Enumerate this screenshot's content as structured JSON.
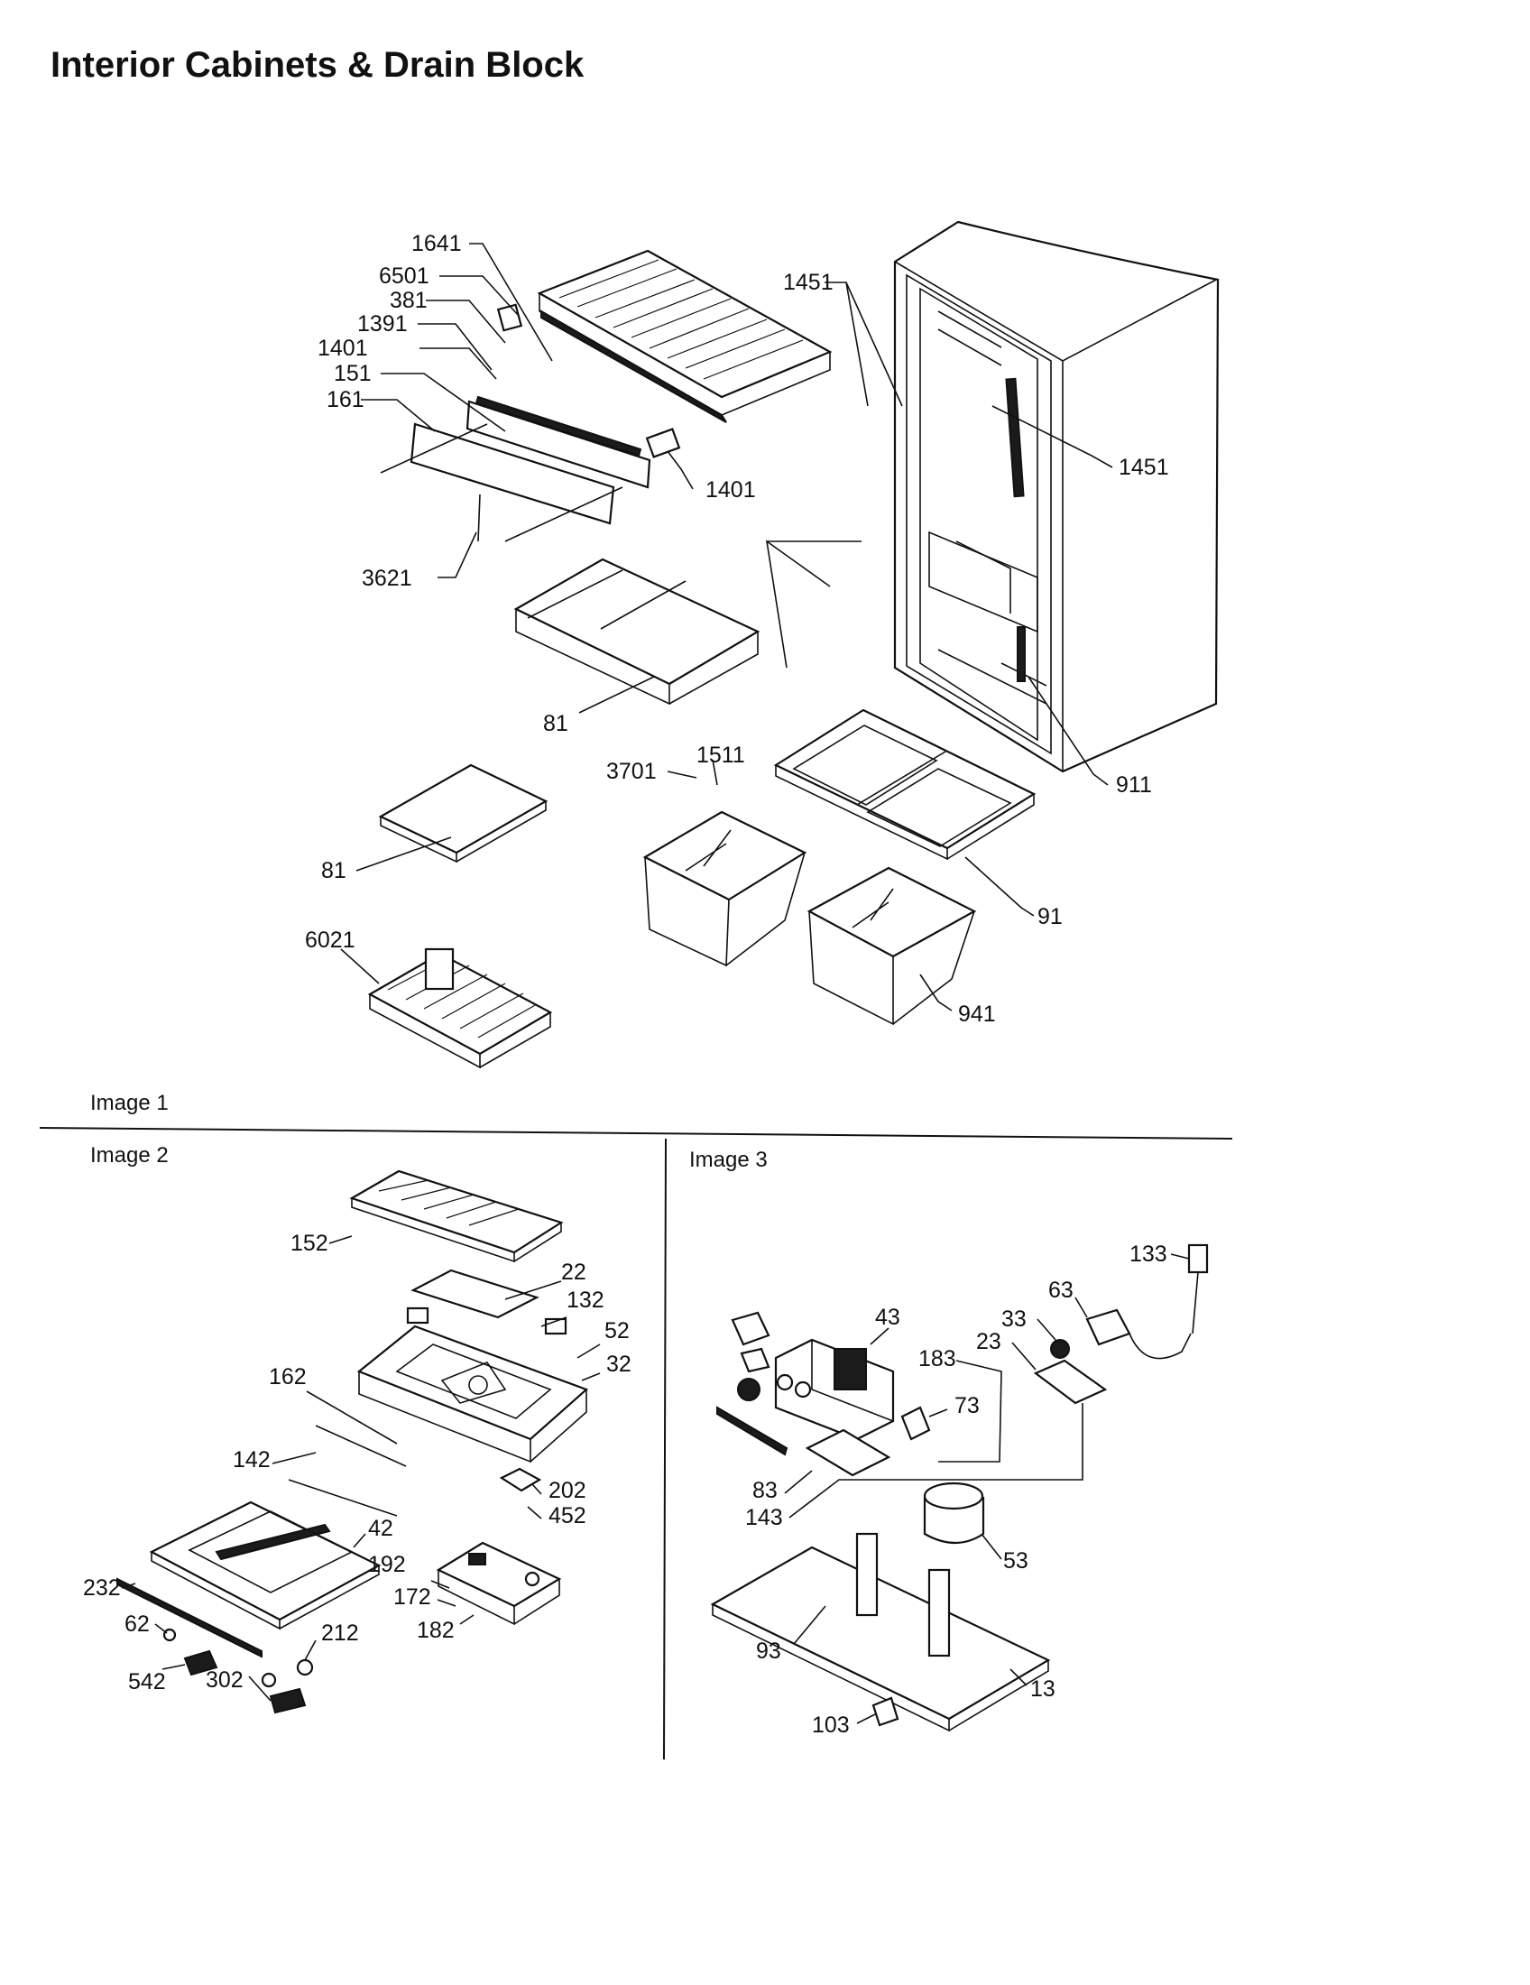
{
  "title": "Interior Cabinets & Drain Block",
  "sections": {
    "image1": "Image 1",
    "image2": "Image 2",
    "image3": "Image 3"
  },
  "callouts": {
    "c1641": "1641",
    "c6501": "6501",
    "c381": "381",
    "c1391": "1391",
    "c1401a": "1401",
    "c151": "151",
    "c161": "161",
    "c1401b": "1401",
    "c3621": "3621",
    "c81a": "81",
    "c81b": "81",
    "c1451a": "1451",
    "c1451b": "1451",
    "c911": "911",
    "c1511": "1511",
    "c3701": "3701",
    "c91": "91",
    "c941": "941",
    "c6021": "6021",
    "c152": "152",
    "c22": "22",
    "c132": "132",
    "c52": "52",
    "c32": "32",
    "c162": "162",
    "c142": "142",
    "c202": "202",
    "c452": "452",
    "c42": "42",
    "c192": "192",
    "c172": "172",
    "c182": "182",
    "c232": "232",
    "c62": "62",
    "c212": "212",
    "c542": "542",
    "c302": "302",
    "c133": "133",
    "c63": "63",
    "c43": "43",
    "c33": "33",
    "c23": "23",
    "c183": "183",
    "c73": "73",
    "c83": "83",
    "c143": "143",
    "c53": "53",
    "c93": "93",
    "c13": "13",
    "c103": "103"
  }
}
